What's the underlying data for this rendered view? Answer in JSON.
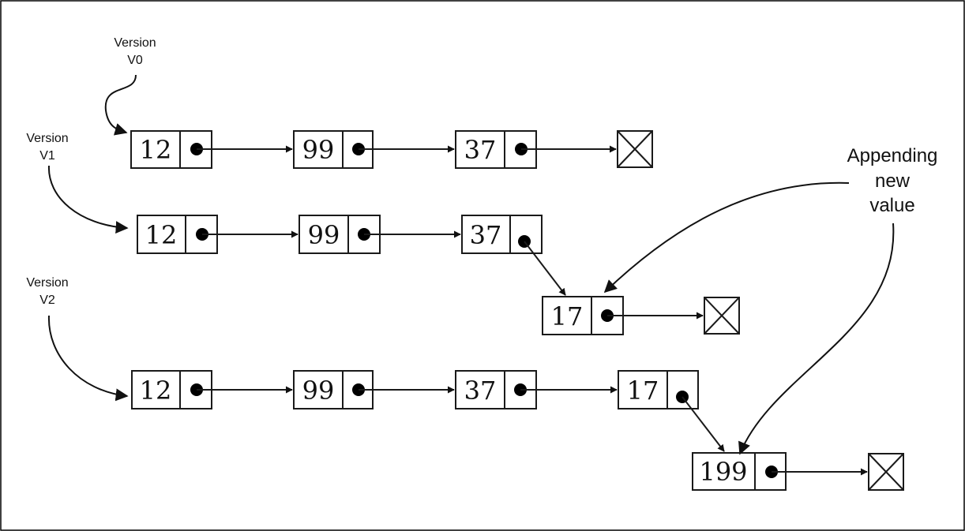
{
  "versions": [
    {
      "label_line1": "Version",
      "label_line2": "V0",
      "nodes": [
        "12",
        "99",
        "37"
      ]
    },
    {
      "label_line1": "Version",
      "label_line2": "V1",
      "nodes": [
        "12",
        "99",
        "37"
      ]
    },
    {
      "label_line1": "Version",
      "label_line2": "V2",
      "nodes": [
        "12",
        "99",
        "37",
        "17"
      ]
    }
  ],
  "appended_nodes": {
    "v1": "17",
    "v2": "199"
  },
  "annotation": {
    "line1": "Appending",
    "line2": "new",
    "line3": "value"
  }
}
